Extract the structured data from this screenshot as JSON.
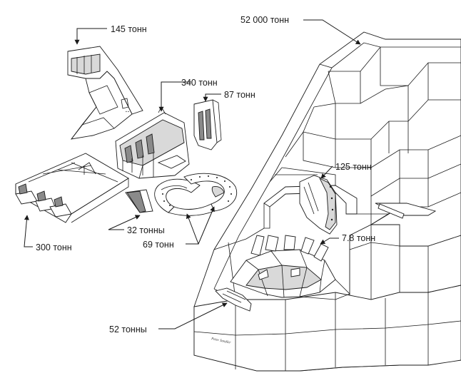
{
  "labels": {
    "total": "52 000 тонн",
    "stern_ramp": "145 тонн",
    "module_340": "340 тонн",
    "plate_87": "87 тонн",
    "base_300": "300 тонн",
    "panel_32": "32 тонны",
    "ring_69": "69 тонн",
    "frame_125": "125 тонн",
    "segments_7_8": "7.8 тонн",
    "panel_52": "52 тонны"
  }
}
